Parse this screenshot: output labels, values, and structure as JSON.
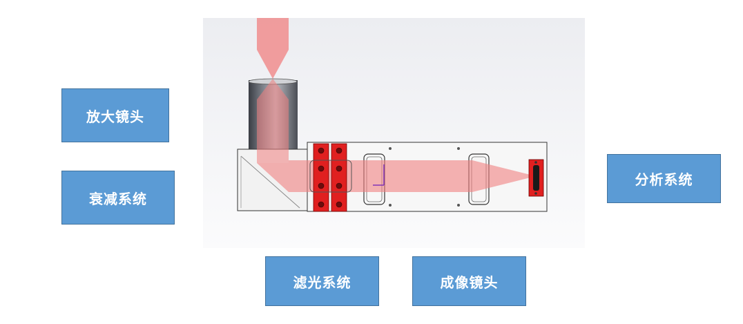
{
  "labels": {
    "magnifying_lens": "放大镜头",
    "attenuation_system": "衰减系统",
    "filter_system": "滤光系统",
    "imaging_lens": "成像镜头",
    "analysis_system": "分析系统"
  },
  "colors": {
    "label_fill": "#5b9bd5",
    "label_border": "#41719c",
    "beam": "#f08080",
    "filter_holder": "#e02020",
    "housing": "#f2f2f2"
  }
}
